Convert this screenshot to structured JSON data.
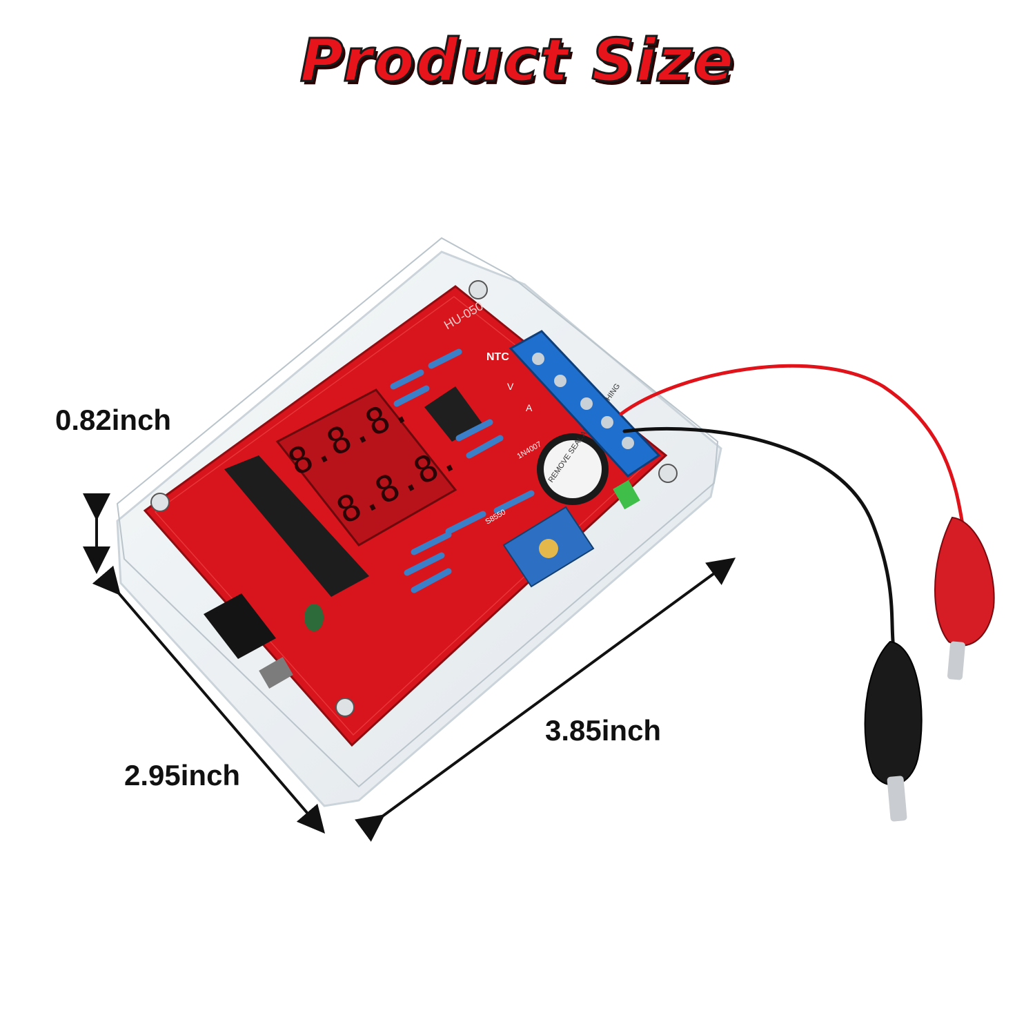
{
  "title": "Product Size",
  "dimensions": {
    "height": "0.82inch",
    "depth": "2.95inch",
    "width": "3.85inch"
  },
  "board": {
    "model": "HU-050",
    "display_segments": "8.8.8.",
    "labels": {
      "ntc": "NTC",
      "v": "V",
      "a": "A",
      "diode": "1N4007",
      "transistor": "S8550",
      "buzzer": "REMOVE SEAL AFTER WASHING"
    }
  },
  "colors": {
    "title_red": "#e8141c",
    "pcb_red": "#d8141c",
    "terminal_blue": "#1f6fcf",
    "clip_red": "#d61c24",
    "clip_black": "#1a1a1a"
  }
}
